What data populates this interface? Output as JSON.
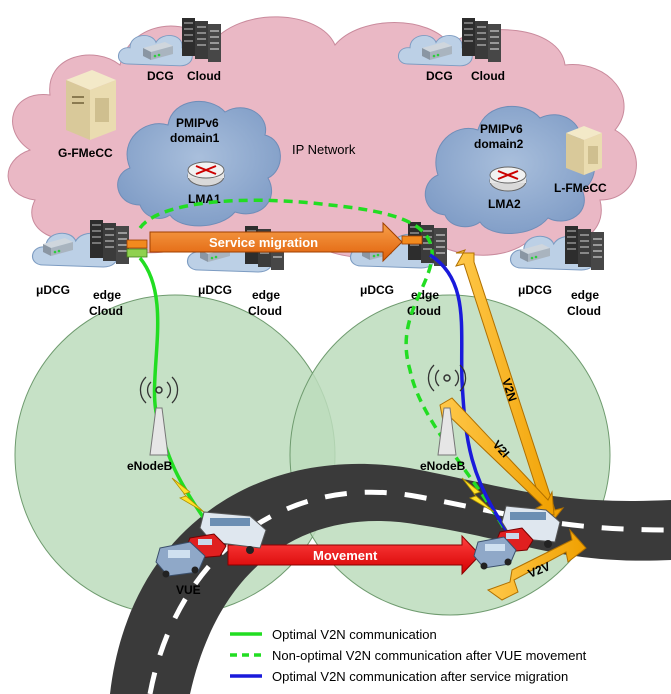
{
  "network": {
    "ip_network_label": "IP Network",
    "domain1_title": "PMIPv6",
    "domain1_sub": "domain1",
    "domain2_title": "PMIPv6",
    "domain2_sub": "domain2",
    "lma1": "LMA1",
    "lma2": "LMA2",
    "g_fmecc": "G-FMeCC",
    "l_fmecc": "L-FMeCC"
  },
  "clouds_top": [
    {
      "dcg": "DCG",
      "cloud": "Cloud"
    },
    {
      "dcg": "DCG",
      "cloud": "Cloud"
    }
  ],
  "edge_sites": [
    {
      "udcg": "μDCG",
      "edge": "edge",
      "cloud": "Cloud"
    },
    {
      "udcg": "μDCG",
      "edge": "edge",
      "cloud": "Cloud"
    },
    {
      "udcg": "μDCG",
      "edge": "edge",
      "cloud": "Cloud"
    },
    {
      "udcg": "μDCG",
      "edge": "edge",
      "cloud": "Cloud"
    }
  ],
  "arrows": {
    "service_migration": "Service migration",
    "movement": "Movement",
    "v2n": "V2N",
    "v2i": "V2I",
    "v2v": "V2V"
  },
  "radio": {
    "enodeb_left": "eNodeB",
    "enodeb_right": "eNodeB",
    "vue": "VUE"
  },
  "legend": [
    {
      "label": "Optimal V2N communication",
      "color": "#22dd22",
      "style": "solid"
    },
    {
      "label": "Non-optimal V2N communication after VUE movement",
      "color": "#22dd22",
      "style": "dashed"
    },
    {
      "label": "Optimal V2N communication after service migration",
      "color": "#1a1adb",
      "style": "solid"
    }
  ]
}
